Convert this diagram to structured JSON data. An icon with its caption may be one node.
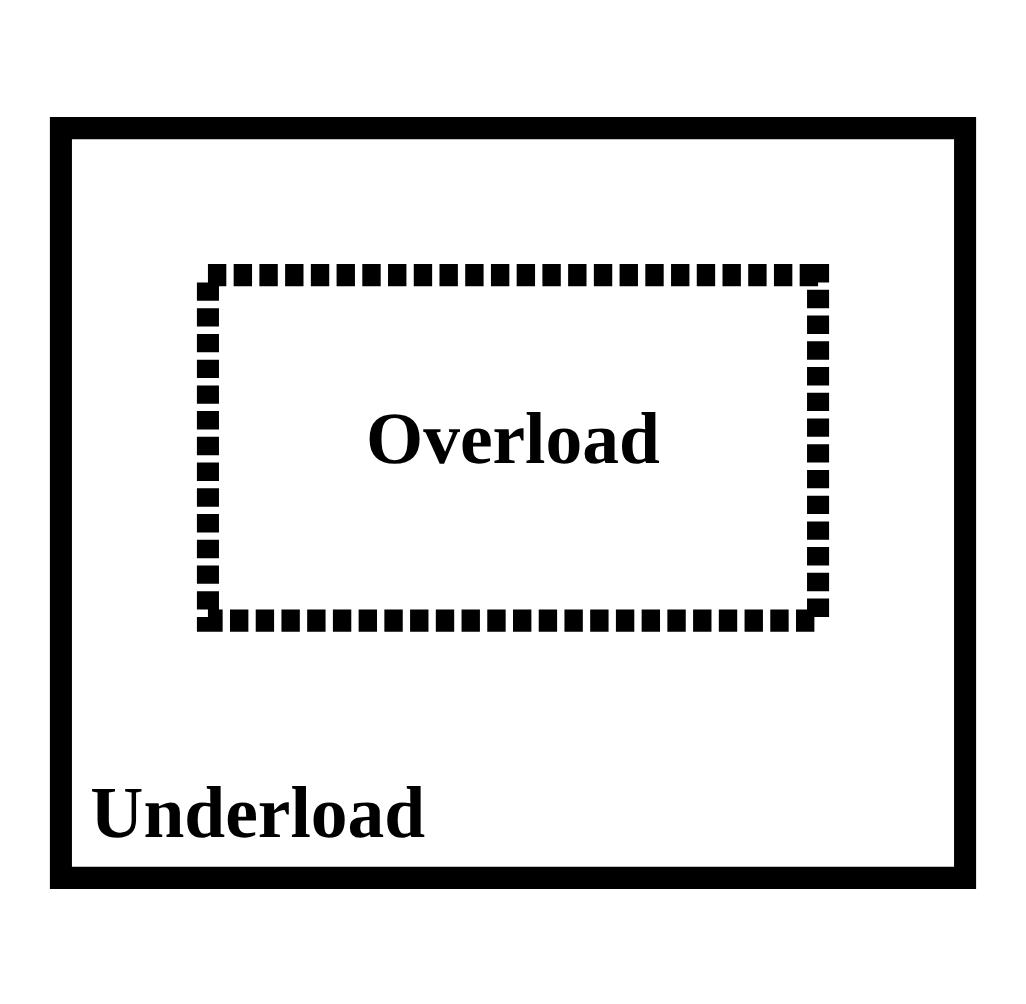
{
  "diagram": {
    "nodes": [
      {
        "text": [
          "Underload"
        ]
      },
      {
        "text": [
          "Overload"
        ],
        "in": 0
      }
    ]
  }
}
